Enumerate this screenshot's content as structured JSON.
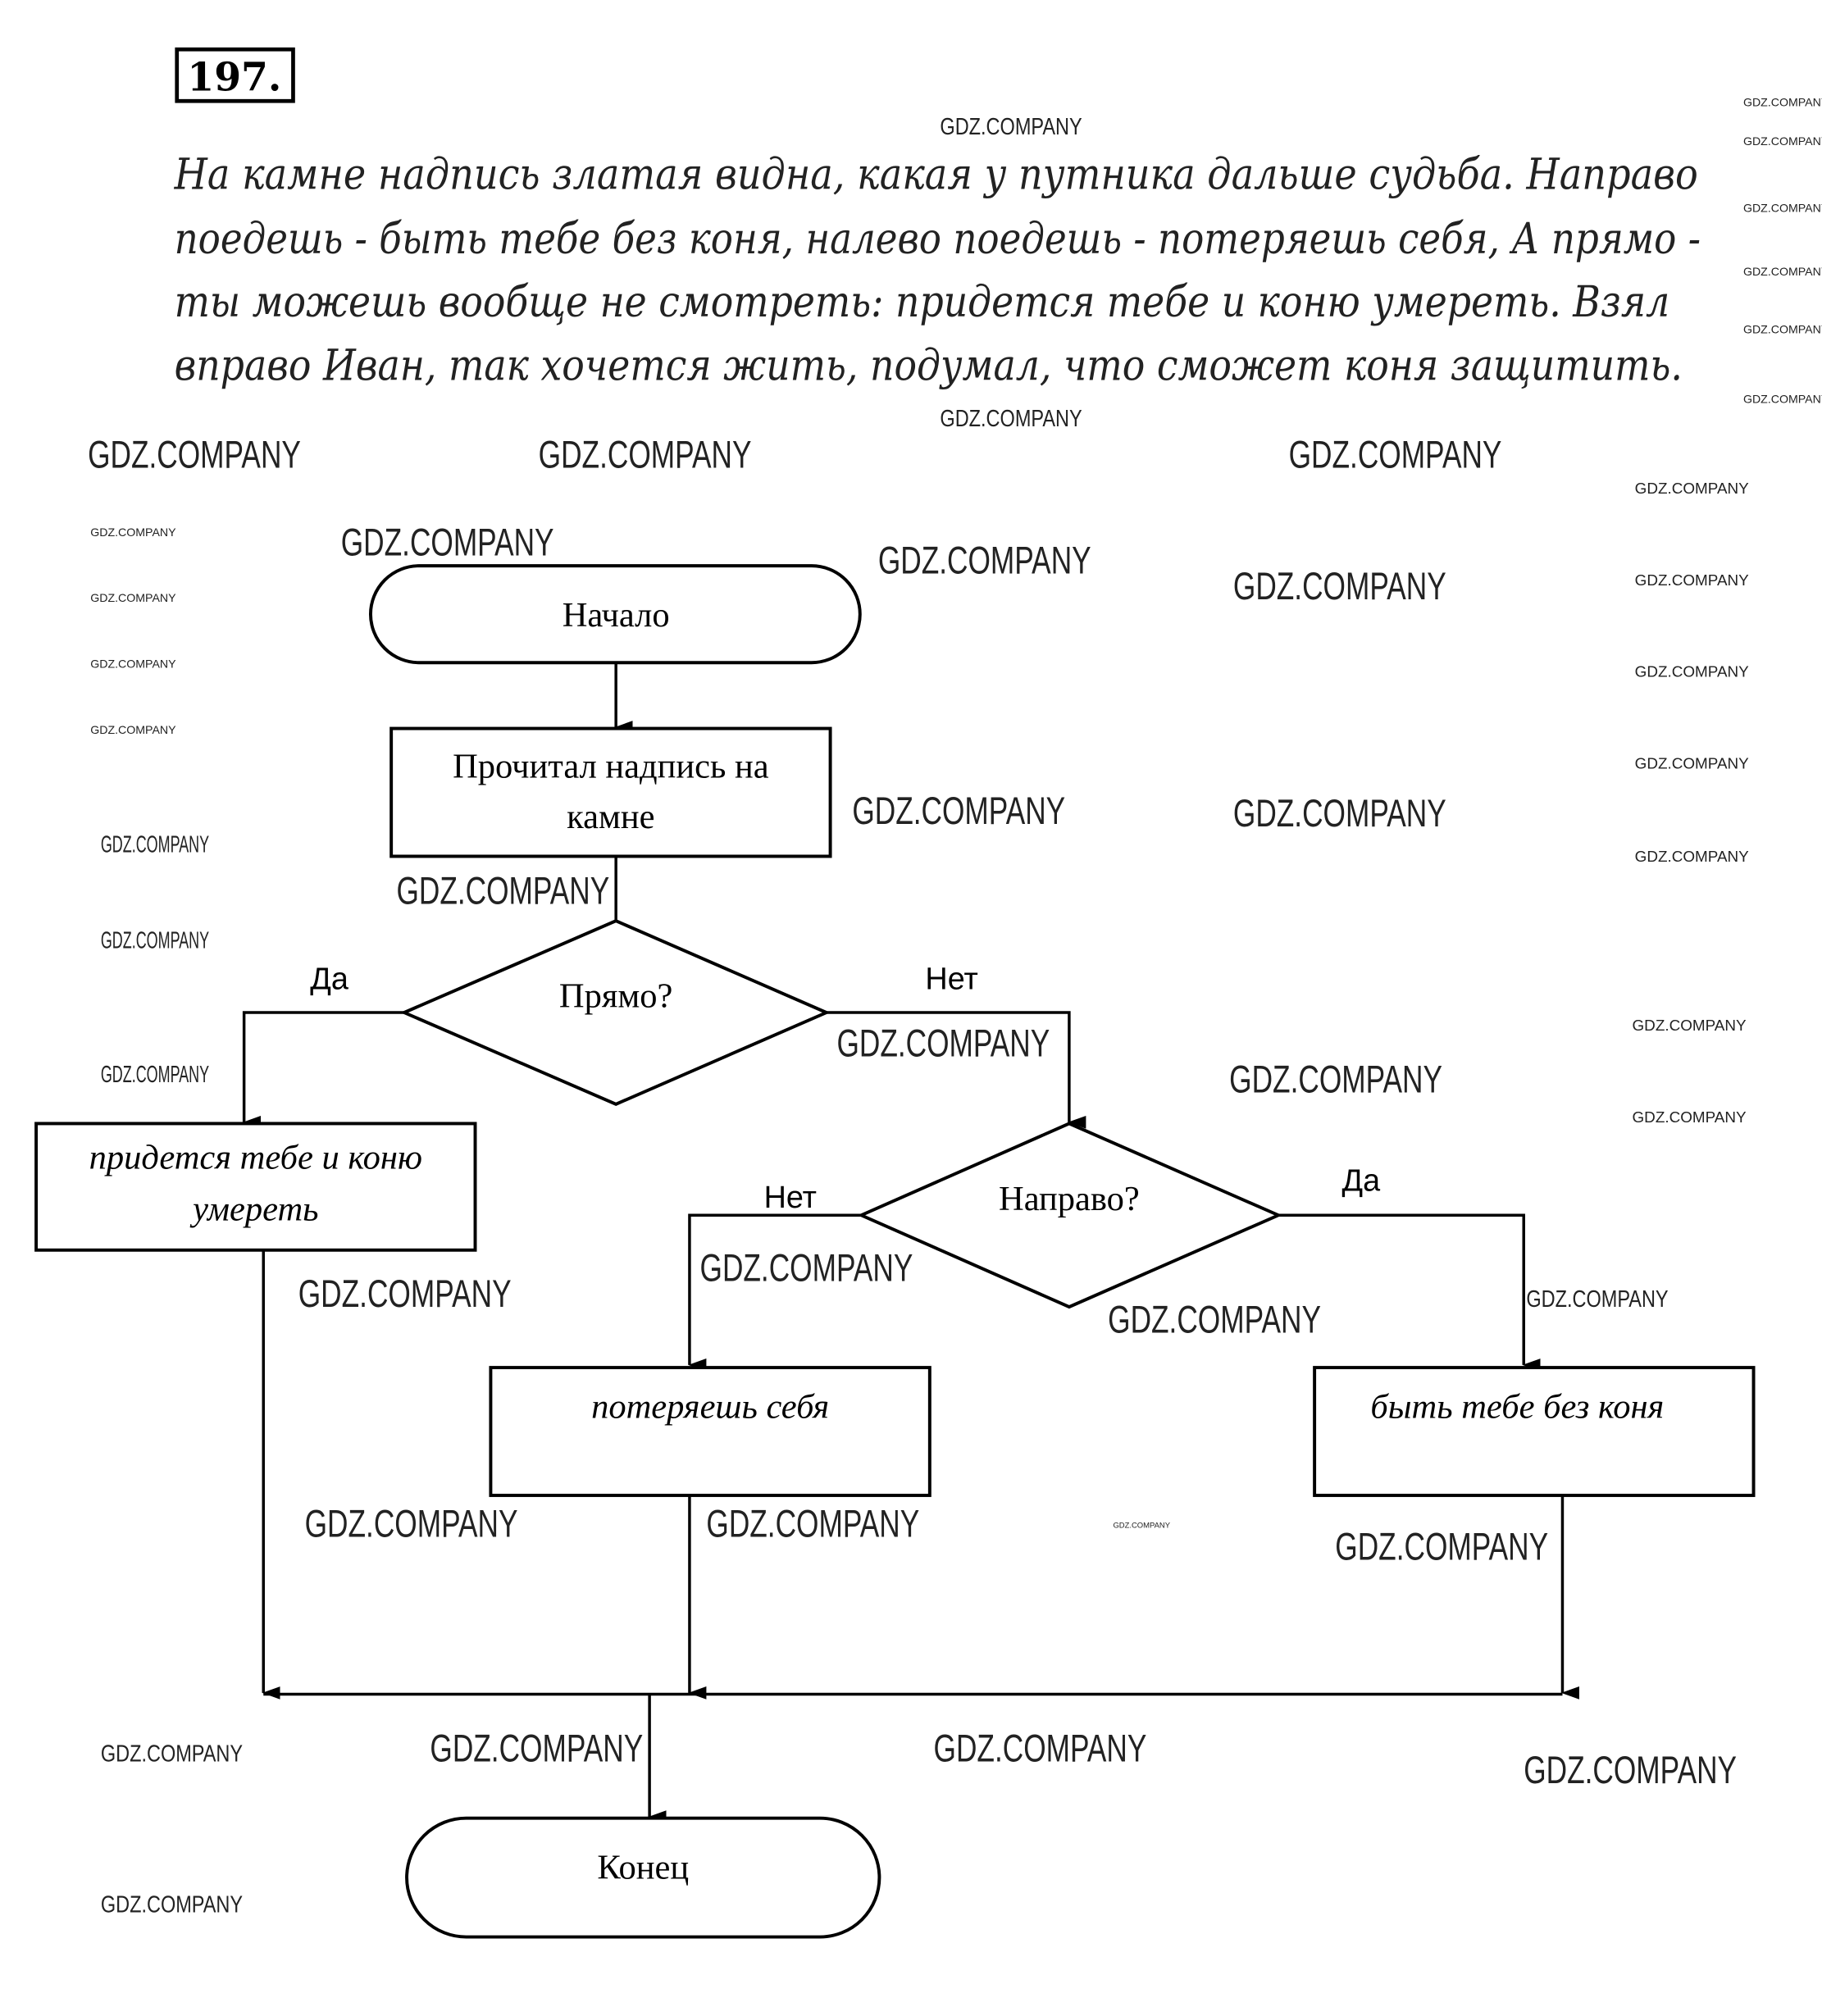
{
  "task_number": "197.",
  "paragraph_lines": [
    "На камне надпись златая видна, какая у путника дальше судьба. Направо",
    "поедешь - быть тебе без коня, налево поедешь - потеряешь себя, А прямо -",
    "ты можешь вообще не смотреть: придется тебе и коню умереть. Взял",
    "вправо Иван, так хочется жить, подумал, что сможет коня защитить."
  ],
  "flowchart": {
    "start": "Начало",
    "read_step": [
      "Прочитал надпись на",
      "камне"
    ],
    "decision_straight": "Прямо?",
    "decision_right": "Направо?",
    "yes": "Да",
    "no": "Нет",
    "outcome_straight": [
      "придется тебе и коню",
      "умереть"
    ],
    "outcome_left": "потеряешь себя",
    "outcome_right": "быть тебе без коня",
    "end": "Конец"
  },
  "watermark": "GDZ.COMPANY"
}
